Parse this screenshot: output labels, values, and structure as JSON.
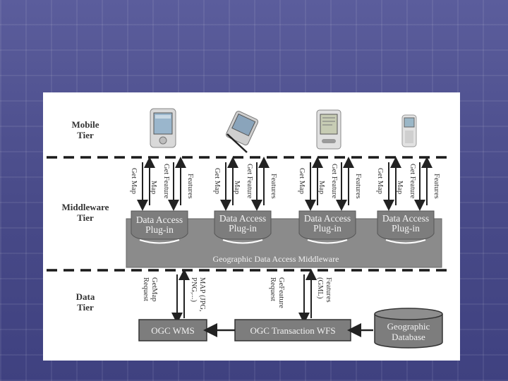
{
  "tiers": {
    "mobile": "Mobile\nTier",
    "middleware": "Middleware\nTier",
    "data": "Data\nTier"
  },
  "mobile_arrows": {
    "get_map": "Get Map",
    "map": "Map",
    "get_feature": "Get Feature",
    "features": "Features"
  },
  "plugin_label": "Data Access\nPlug-in",
  "middleware_label": "Geographic Data Access Middleware",
  "data_arrows": {
    "getmap_request": [
      "GetMap",
      "Request"
    ],
    "map_result": [
      "MAP (JPG,",
      "PNG,...)"
    ],
    "getfeature_request": [
      "GeFeature",
      "Request"
    ],
    "features_result": [
      "Features",
      "(GML)"
    ]
  },
  "boxes": {
    "wms": "OGC WMS",
    "wfs": "OGC Transaction WFS",
    "database": "Geographic\nDatabase"
  },
  "colors": {
    "box": "#7d7d7d",
    "middleware": "#8b8b8b",
    "dash": "#1a1a1a"
  }
}
